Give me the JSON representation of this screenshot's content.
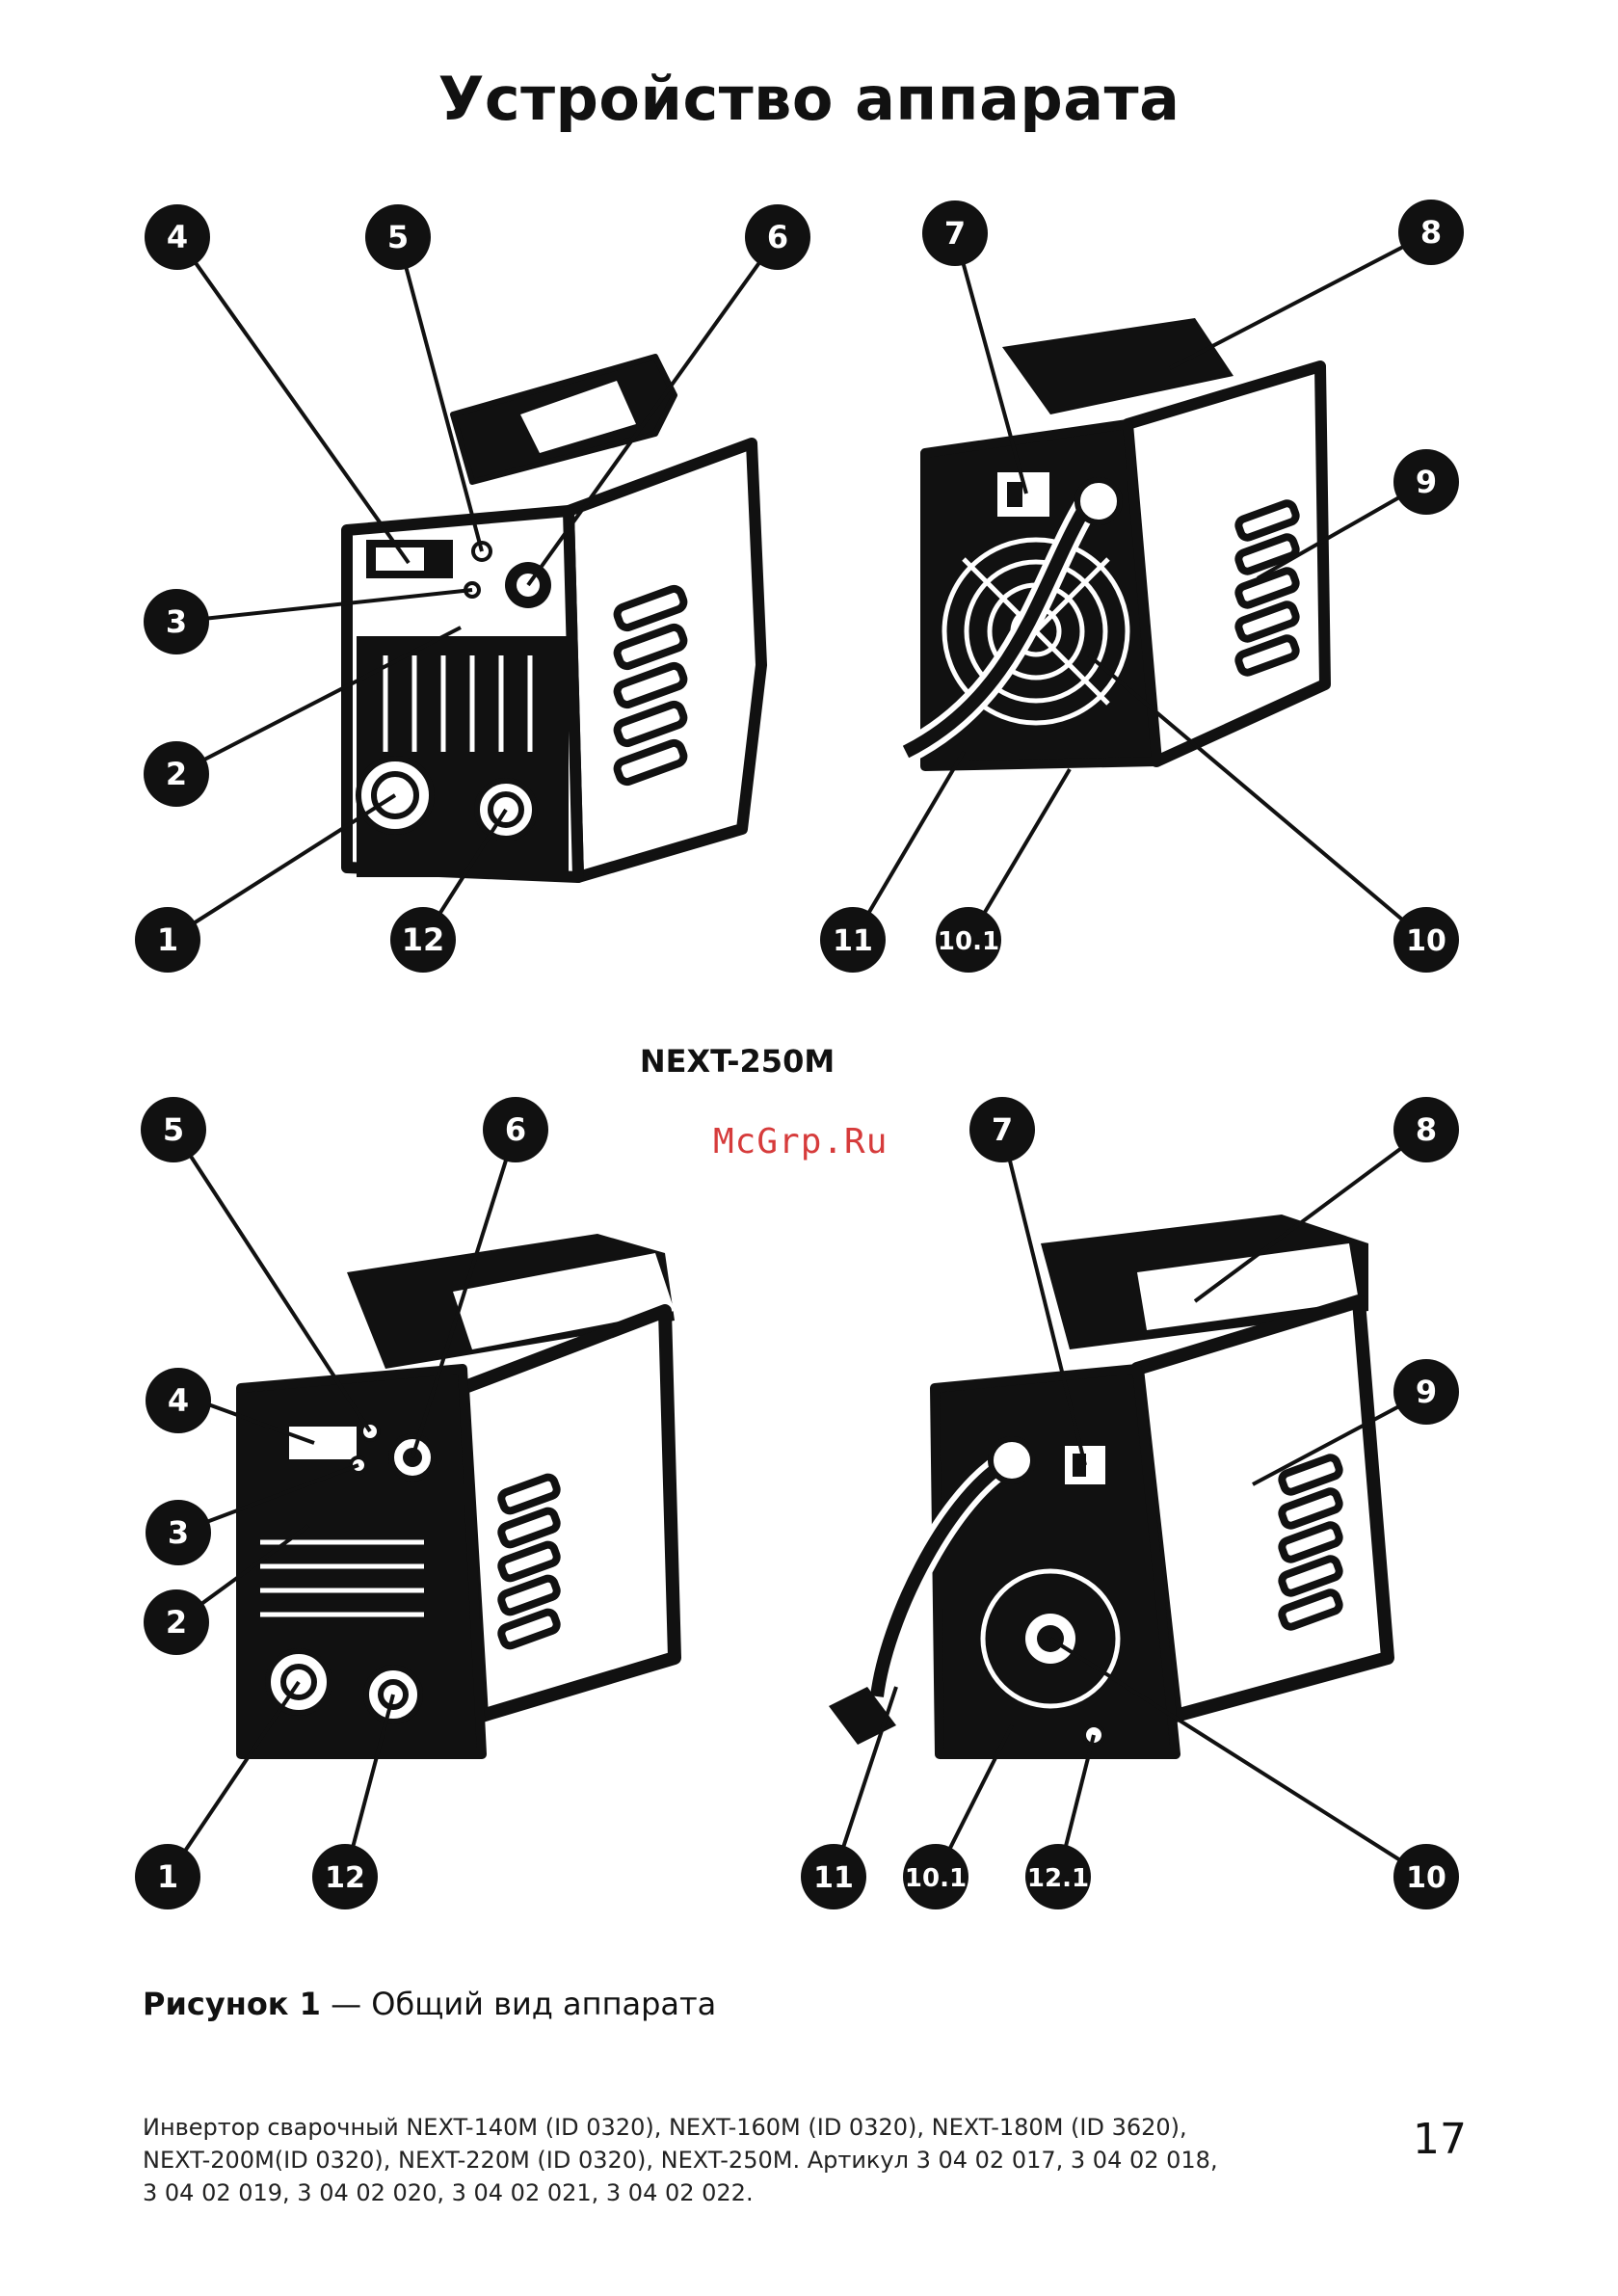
{
  "page": {
    "title": "Устройство аппарата",
    "model_subtitle": "NEXT-250M",
    "watermark": "McGrp.Ru",
    "figure_label": "Рисунок 1",
    "figure_caption": " — Общий вид аппарата",
    "footer_lines": [
      "Инвертор сварочный NEXT-140M (ID 0320), NEXT-160M (ID 0320), NEXT-180M (ID 3620),",
      "NEXT-200M(ID 0320), NEXT-220M (ID 0320), NEXT-250M. Артикул 3 04 02 017, 3 04 02 018,",
      "3 04 02 019, 3 04 02 020, 3 04 02 021, 3 04 02 022."
    ],
    "page_number": "17"
  },
  "callouts": {
    "top_front": [
      "4",
      "5",
      "6",
      "3",
      "2",
      "1",
      "12"
    ],
    "top_back": [
      "7",
      "8",
      "9",
      "11",
      "10.1",
      "10"
    ],
    "bottom_front": [
      "5",
      "6",
      "4",
      "3",
      "2",
      "1",
      "12"
    ],
    "bottom_back": [
      "7",
      "8",
      "9",
      "11",
      "10.1",
      "12.1",
      "10"
    ]
  },
  "colors": {
    "ink": "#111111",
    "paper": "#ffffff",
    "watermark": "#d63b3b"
  }
}
